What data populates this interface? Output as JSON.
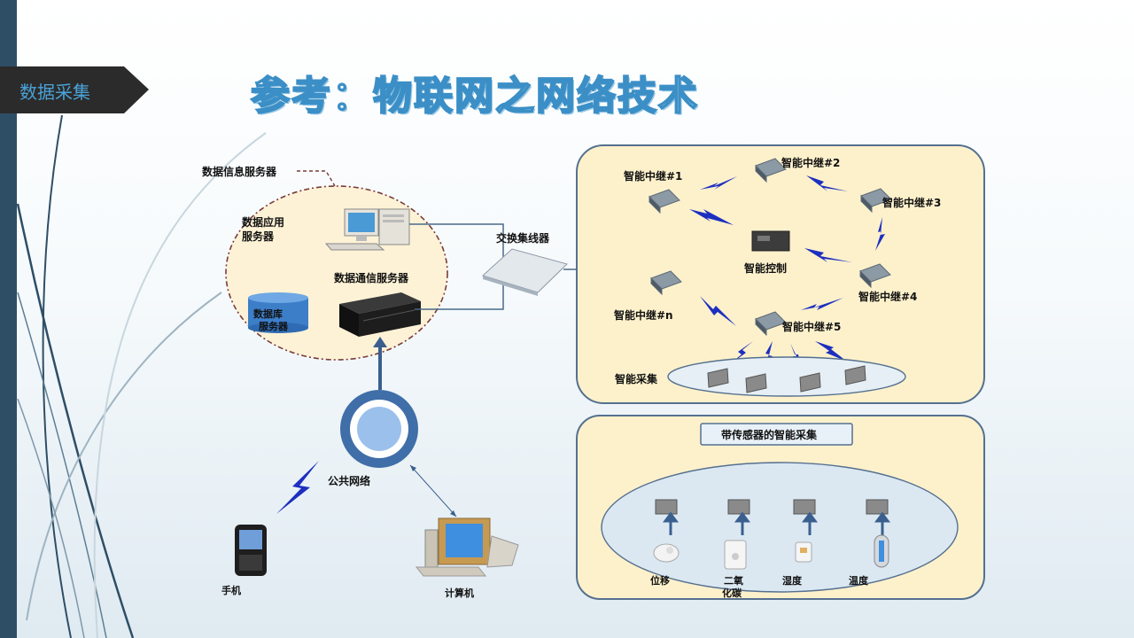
{
  "sidebar_tab": {
    "label": "数据采集"
  },
  "title": "参考：物联网之网络技术",
  "server_zone": {
    "info_server": "数据信息服务器",
    "app_server": [
      "数据应用",
      "服务器"
    ],
    "comm_server": "数据通信服务器",
    "db_server": [
      "数据库",
      "服务器"
    ]
  },
  "switch_label": "交换集线器",
  "public_network": "公共网络",
  "phone": "手机",
  "computer": "计算机",
  "relay_panel": {
    "relays": [
      "智能中继#1",
      "智能中继#2",
      "智能中继#3",
      "智能中继#4",
      "智能中继#5",
      "智能中继#n"
    ],
    "control": "智能控制",
    "collector": "智能采集"
  },
  "sensor_panel": {
    "title": "带传感器的智能采集",
    "sensors": [
      "位移",
      "二氧化碳",
      "湿度",
      "温度"
    ]
  }
}
